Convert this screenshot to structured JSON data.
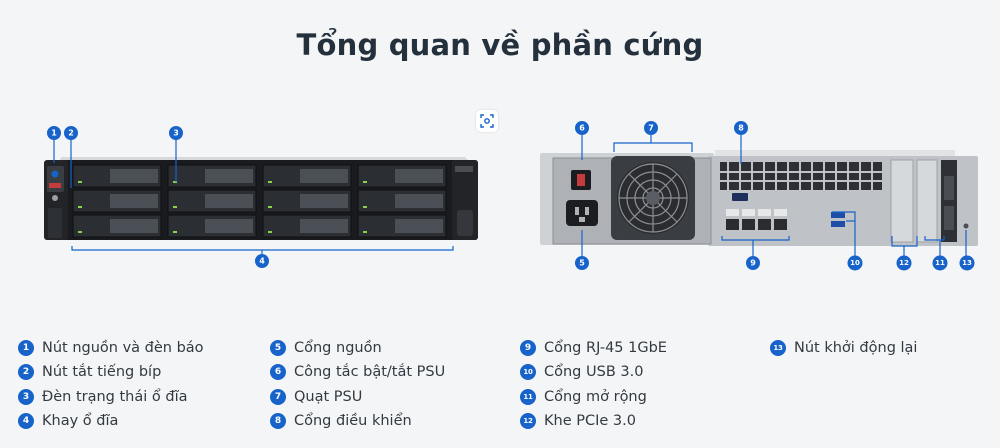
{
  "title": "Tổng quan về phần cứng",
  "zoom_icon": "zoom-focus-icon",
  "callouts": {
    "c1": "1",
    "c2": "2",
    "c3": "3",
    "c4": "4",
    "c5": "5",
    "c6": "6",
    "c7": "7",
    "c8": "8",
    "c9": "9",
    "c10": "10",
    "c11": "11",
    "c12": "12",
    "c13": "13"
  },
  "legend": [
    {
      "num": "1",
      "label": "Nút nguồn và đèn báo"
    },
    {
      "num": "2",
      "label": "Nút tắt tiếng bíp"
    },
    {
      "num": "3",
      "label": "Đèn trạng thái ổ đĩa"
    },
    {
      "num": "4",
      "label": "Khay ổ đĩa"
    },
    {
      "num": "5",
      "label": "Cổng nguồn"
    },
    {
      "num": "6",
      "label": "Công tắc bật/tắt PSU"
    },
    {
      "num": "7",
      "label": "Quạt PSU"
    },
    {
      "num": "8",
      "label": "Cổng điều khiển"
    },
    {
      "num": "9",
      "label": "Cổng RJ-45 1GbE"
    },
    {
      "num": "10",
      "label": "Cổng USB 3.0"
    },
    {
      "num": "11",
      "label": "Cổng mở rộng"
    },
    {
      "num": "12",
      "label": "Khe PCIe 3.0"
    },
    {
      "num": "13",
      "label": "Nút khởi động lại"
    }
  ]
}
